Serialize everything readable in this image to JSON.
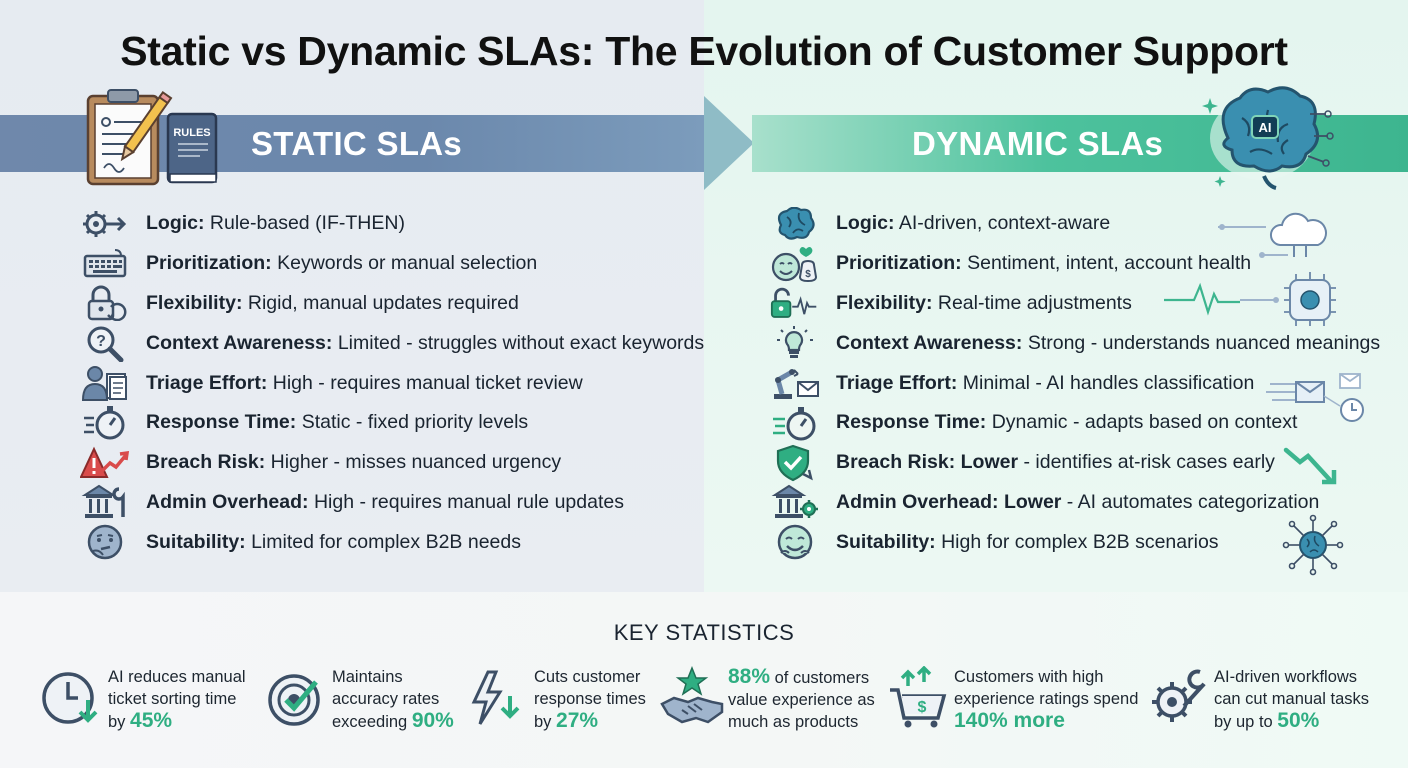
{
  "title": "Static vs Dynamic SLAs: The Evolution of Customer Support",
  "static": {
    "heading": "STATIC SLAs",
    "book_label": "RULES",
    "rows": [
      {
        "icon": "gear-arrow-icon",
        "label": "Logic:",
        "value": " Rule-based (IF-THEN)"
      },
      {
        "icon": "keyboard-icon",
        "label": "Prioritization:",
        "value": " Keywords or manual selection"
      },
      {
        "icon": "padlock-refresh-icon",
        "label": "Flexibility:",
        "value": " Rigid, manual updates required"
      },
      {
        "icon": "magnifier-question-icon",
        "label": "Context Awareness:",
        "value": " Limited - struggles without exact keywords"
      },
      {
        "icon": "person-papers-icon",
        "label": "Triage Effort:",
        "value": " High - requires manual ticket review"
      },
      {
        "icon": "stopwatch-icon",
        "label": "Response Time:",
        "value": " Static - fixed priority levels"
      },
      {
        "icon": "warning-trend-icon",
        "label": "Breach Risk:",
        "value": " Higher - misses nuanced urgency"
      },
      {
        "icon": "building-wrench-icon",
        "label": "Admin Overhead:",
        "value": " High - requires manual rule updates"
      },
      {
        "icon": "thinking-face-icon",
        "label": "Suitability:",
        "value": " Limited for complex B2B needs"
      }
    ]
  },
  "dynamic": {
    "heading": "DYNAMIC SLAs",
    "brain_label": "AI",
    "rows": [
      {
        "icon": "brain-icon",
        "label": "Logic:",
        "value": " AI-driven, context-aware",
        "bold_value": ""
      },
      {
        "icon": "emoji-heart-money-icon",
        "label": "Prioritization:",
        "value": " Sentiment, intent, account health",
        "bold_value": ""
      },
      {
        "icon": "unlock-pulse-icon",
        "label": "Flexibility:",
        "value": " Real-time adjustments",
        "bold_value": ""
      },
      {
        "icon": "lightbulb-icon",
        "label": "Context Awareness:",
        "value": " Strong - understands nuanced meanings",
        "bold_value": ""
      },
      {
        "icon": "robot-arm-mail-icon",
        "label": "Triage Effort:",
        "value": " Minimal - AI handles classification",
        "bold_value": ""
      },
      {
        "icon": "fast-stopwatch-icon",
        "label": "Response Time:",
        "value": " Dynamic - adapts based on context",
        "bold_value": ""
      },
      {
        "icon": "shield-check-icon",
        "label": "Breach Risk:",
        "bold_value": " Lower",
        "value": " - identifies at-risk cases early"
      },
      {
        "icon": "building-gear-icon",
        "label": "Admin Overhead:",
        "bold_value": " Lower",
        "value": " - AI automates categorization"
      },
      {
        "icon": "happy-face-icon",
        "label": "Suitability:",
        "value": " High for complex B2B scenarios",
        "bold_value": ""
      }
    ]
  },
  "stats": {
    "heading": "KEY STATISTICS",
    "items": [
      {
        "icon": "clock-down-icon",
        "l1": "AI reduces manual",
        "l2": "ticket sorting time",
        "l3": "by ",
        "hl": "45%",
        "hl_pos": "end"
      },
      {
        "icon": "target-check-icon",
        "l1": "Maintains",
        "l2": "accuracy rates",
        "l3": "exceeding ",
        "hl": "90%",
        "hl_pos": "end"
      },
      {
        "icon": "lightning-down-icon",
        "l1": "Cuts customer",
        "l2": "response times",
        "l3": "by ",
        "hl": "27%",
        "hl_pos": "end"
      },
      {
        "icon": "handshake-star-icon",
        "hl": "88%",
        "l1": " of customers",
        "l2": "value experience as",
        "l3": "much as products",
        "hl_pos": "start"
      },
      {
        "icon": "cart-dollar-icon",
        "l1": "Customers with high",
        "l2": "experience ratings spend",
        "hl": "140% more",
        "l3": "",
        "hl_pos": "line3"
      },
      {
        "icon": "gear-wrench-icon",
        "l1": "AI-driven workflows",
        "l2": "can cut manual tasks",
        "l3": "by up to ",
        "hl": "50%",
        "hl_pos": "end"
      }
    ]
  },
  "colors": {
    "static_banner": "#6f88ab",
    "dynamic_banner": "#3db58f",
    "highlight": "#2fae82",
    "icon_dark": "#3d4f66",
    "icon_teal": "#2fae82"
  }
}
